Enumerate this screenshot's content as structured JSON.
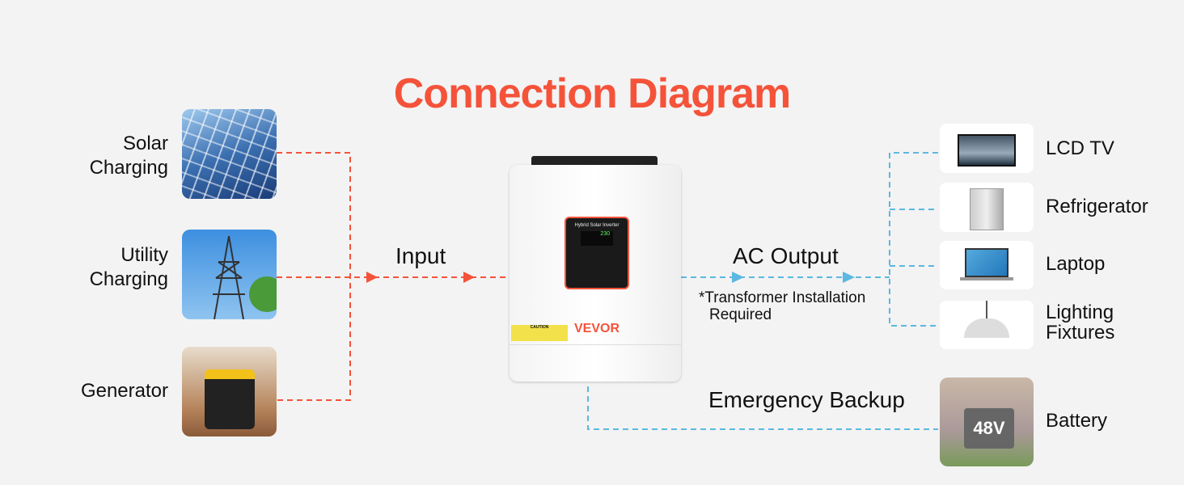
{
  "title": "Connection Diagram",
  "inputs": [
    {
      "label": "Solar Charging",
      "line1": "Solar",
      "line2": "Charging"
    },
    {
      "label": "Utility Charging",
      "line1": "Utility",
      "line2": "Charging"
    },
    {
      "label": "Generator"
    }
  ],
  "input_label": "Input",
  "inverter": {
    "brand": "VEVOR",
    "panel_title": "Hybrid Solar Inverter",
    "caution": "CAUTION",
    "display_value": "230"
  },
  "output_label": "AC Output",
  "output_note_line1": "*Transformer Installation",
  "output_note_line2": "Required",
  "outputs": [
    {
      "label": "LCD TV"
    },
    {
      "label": "Refrigerator"
    },
    {
      "label": "Laptop"
    },
    {
      "line1": "Lighting",
      "line2": "Fixtures"
    }
  ],
  "backup_label": "Emergency Backup",
  "battery": {
    "label": "Battery",
    "voltage": "48V"
  },
  "colors": {
    "accent": "#f4533a",
    "output_line": "#5bb8e0"
  }
}
